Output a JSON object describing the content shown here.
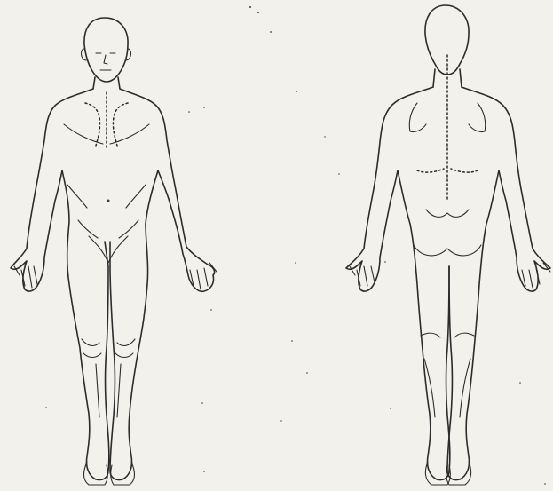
{
  "figure": {
    "views": [
      {
        "name": "front",
        "icon": "human-body-front-outline"
      },
      {
        "name": "back",
        "icon": "human-body-back-outline"
      }
    ],
    "colors": {
      "paper": "#f3f1ec",
      "ink": "#2c2c2c"
    }
  }
}
